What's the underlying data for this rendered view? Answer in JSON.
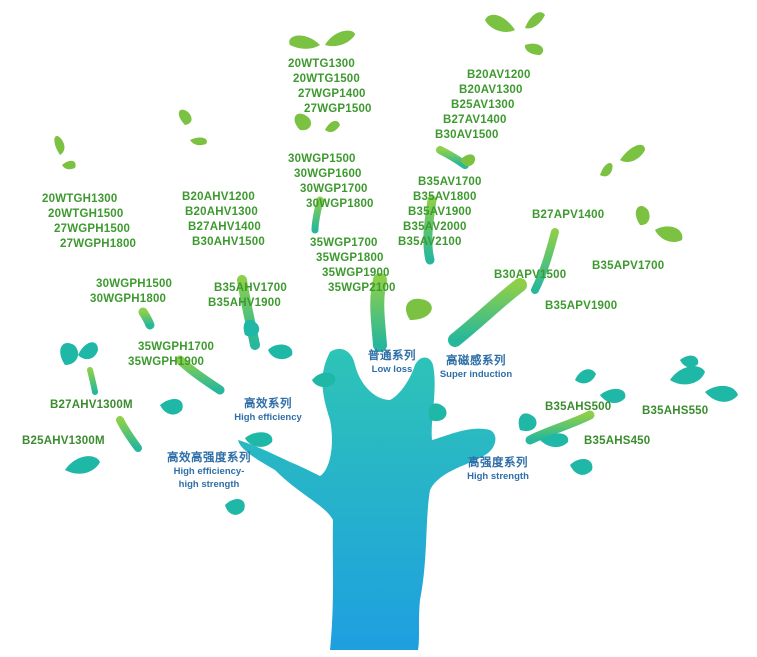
{
  "clusters": {
    "wtgh": [
      "20WTGH1300",
      "20WTGH1500",
      "27WGPH1500",
      "27WGPH1800"
    ],
    "wgph": [
      "30WGPH1500",
      "30WGPH1800"
    ],
    "wgph35": [
      "35WGPH1700",
      "35WGPH1900"
    ],
    "ahv_b20": [
      "B20AHV1200",
      "B20AHV1300",
      "B27AHV1400",
      "B30AHV1500"
    ],
    "ahv_b35": [
      "B35AHV1700",
      "B35AHV1900"
    ],
    "wtg": [
      "20WTG1300",
      "20WTG1500",
      "27WGP1400",
      "27WGP1500"
    ],
    "wgp30": [
      "30WGP1500",
      "30WGP1600",
      "30WGP1700",
      "30WGP1800"
    ],
    "wgp35": [
      "35WGP1700",
      "35WGP1800",
      "35WGP1900",
      "35WGP2100"
    ],
    "av_b20": [
      "B20AV1200",
      "B20AV1300",
      "B25AV1300",
      "B27AV1400",
      "B30AV1500"
    ],
    "av_b35": [
      "B35AV1700",
      "B35AV1800",
      "B35AV1900",
      "B35AV2000",
      "B35AV2100"
    ],
    "apv_b27": [
      "B27APV1400"
    ],
    "apv_b30": [
      "B30APV1500"
    ],
    "apv_b35_1700": [
      "B35APV1700"
    ],
    "apv_b35_1900": [
      "B35APV1900"
    ],
    "ahs500": [
      "B35AHS500"
    ],
    "ahs550": [
      "B35AHS550"
    ],
    "ahs450": [
      "B35AHS450"
    ],
    "ahv_b27m": [
      "B27AHV1300M"
    ],
    "ahv_b25m": [
      "B25AHV1300M"
    ]
  },
  "series": {
    "low_loss": {
      "cn": "普通系列",
      "en": "Low loss"
    },
    "super_induction": {
      "cn": "高磁感系列",
      "en": "Super induction"
    },
    "high_efficiency": {
      "cn": "高效系列",
      "en": "High efficiency"
    },
    "high_eff_strength": {
      "cn": "高效高强度系列",
      "en1": "High efficiency-",
      "en2": "high strength"
    },
    "high_strength": {
      "cn": "高强度系列",
      "en": "High strength"
    }
  },
  "colors": {
    "leaf_green": "#7cc242",
    "leaf_teal": "#1fb7a5",
    "trunk_top": "#2ec4b6",
    "trunk_bottom": "#1e9fe0",
    "label_green": "#3d9a2f",
    "label_blue": "#2f6fa8"
  }
}
